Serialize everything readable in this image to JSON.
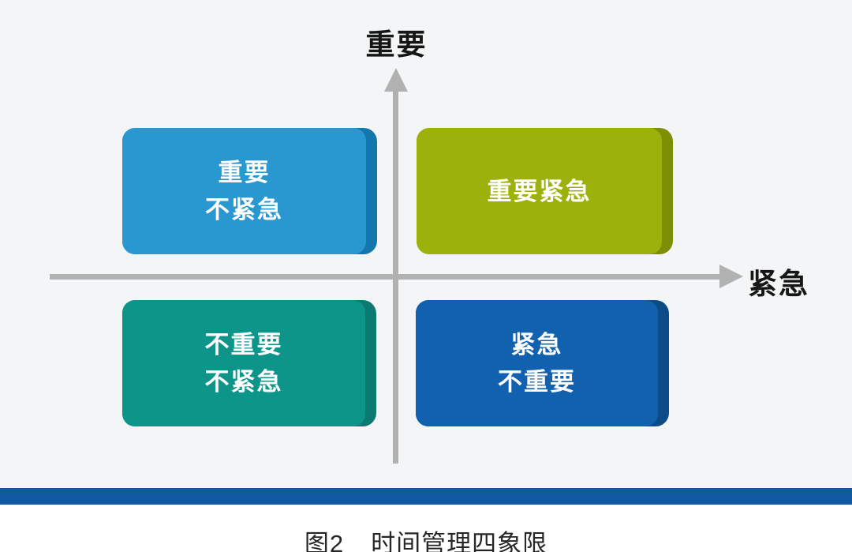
{
  "figure": {
    "y_axis_label": "重要",
    "x_axis_label": "紧急",
    "quadrants": [
      {
        "id": "important-not-urgent",
        "position": "top-left",
        "lines": [
          "重要",
          "不紧急"
        ],
        "face_color": "#2a98d0",
        "edge_color": "#1377ad"
      },
      {
        "id": "important-urgent",
        "position": "top-right",
        "lines": [
          "重要紧急"
        ],
        "face_color": "#9db10c",
        "edge_color": "#7e8f06"
      },
      {
        "id": "not-important-not-urgent",
        "position": "bottom-left",
        "lines": [
          "不重要",
          "不紧急"
        ],
        "face_color": "#0e9589",
        "edge_color": "#0b7a70"
      },
      {
        "id": "urgent-not-important",
        "position": "bottom-right",
        "lines": [
          "紧急",
          "不重要"
        ],
        "face_color": "#1261ae",
        "edge_color": "#0c4c86"
      }
    ],
    "caption": {
      "figure_label": "图2",
      "title": "时间管理四象限"
    },
    "colors": {
      "axis": "#b1b1b1",
      "divider_bar": "#0f5aa0",
      "upper_background": "#f4f5f6",
      "lower_background": "#ffffff",
      "label_text": "#161616",
      "quadrant_text": "#ffffff"
    }
  }
}
